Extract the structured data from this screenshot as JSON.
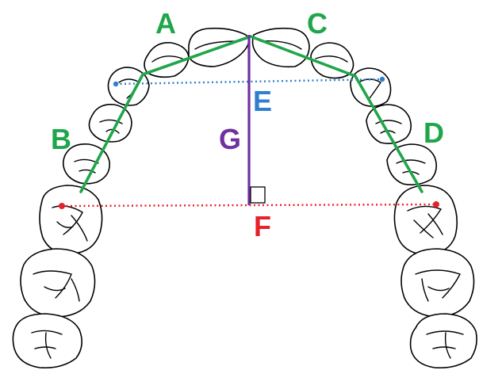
{
  "colors": {
    "arch_line": "#1fa64a",
    "intercanine_line": "#2f7fd0",
    "intermolar_line": "#e8202a",
    "depth_line": "#7030a0",
    "tooth_outline": "#000000"
  },
  "labels": {
    "a": "A",
    "b": "B",
    "c": "C",
    "d": "D",
    "e": "E",
    "f": "F",
    "g": "G"
  },
  "icons": {
    "right_angle": "right-angle-square",
    "landmark_points": "dot"
  }
}
